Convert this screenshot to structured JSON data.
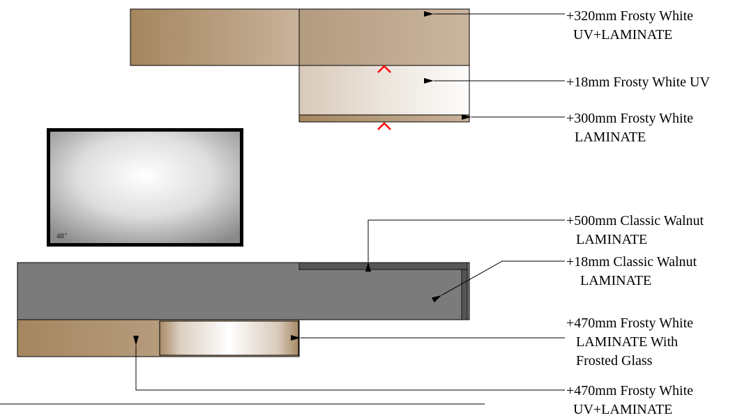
{
  "tv": {
    "size_label": "48\""
  },
  "labels": [
    {
      "lines": [
        "+320mm Frosty White",
        "UV+LAMINATE"
      ]
    },
    {
      "lines": [
        "+18mm Frosty White UV"
      ]
    },
    {
      "lines": [
        "+300mm Frosty White",
        "LAMINATE"
      ]
    },
    {
      "lines": [
        "+500mm Classic Walnut",
        "LAMINATE"
      ]
    },
    {
      "lines": [
        "+18mm Classic Walnut",
        "LAMINATE"
      ]
    },
    {
      "lines": [
        "+470mm Frosty White",
        "LAMINATE With",
        "Frosted Glass"
      ]
    },
    {
      "lines": [
        "+470mm Frosty White",
        "UV+LAMINATE"
      ]
    }
  ],
  "colors": {
    "walnut_gray": "#7b7b7b",
    "dark_strip": "#555555",
    "tan": "#a88a66",
    "tan_light": "#c8b39c",
    "marker": "#ff0000"
  }
}
